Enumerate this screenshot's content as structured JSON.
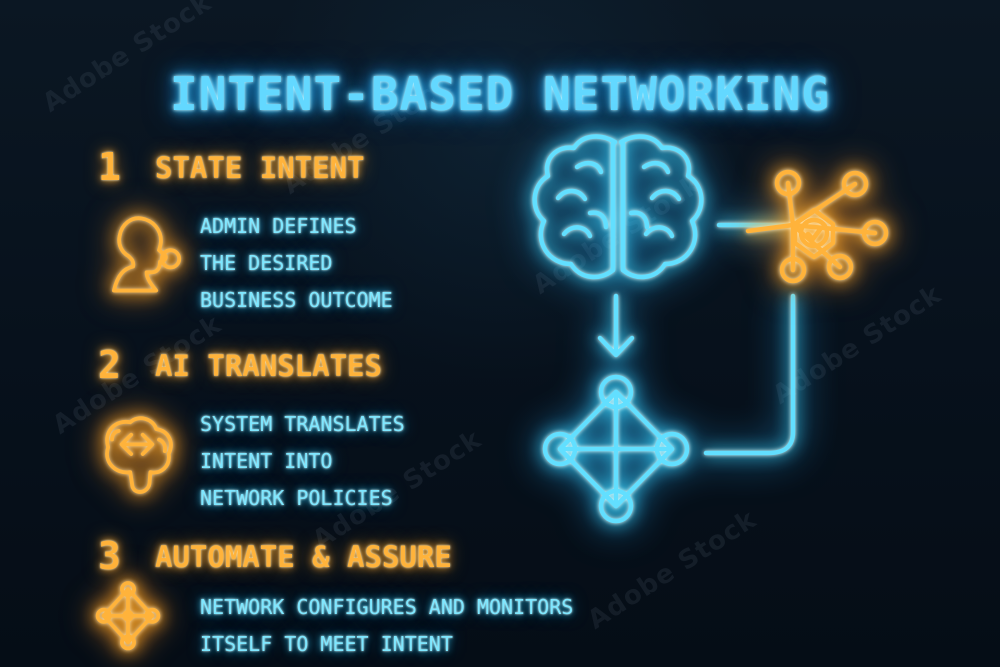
{
  "header": {
    "title": "INTENT-BASED NETWORKING"
  },
  "steps": [
    {
      "number": "1",
      "title": "STATE INTENT",
      "description": [
        "ADMIN DEFINES",
        "THE DESIRED",
        "BUSINESS OUTCOME"
      ],
      "icon": "user-speaking-icon"
    },
    {
      "number": "2",
      "title": "AI TRANSLATES",
      "description": [
        "SYSTEM TRANSLATES",
        "INTENT INTO",
        "NETWORK POLICIES"
      ],
      "icon": "brain-code-icon"
    },
    {
      "number": "3",
      "title": "AUTOMATE & ASSURE",
      "description": [
        "NETWORK CONFIGURES AND MONITORS",
        "ITSELF TO MEET INTENT"
      ],
      "icon": "network-node-icon"
    }
  ],
  "watermark": {
    "text": "Adobe Stock",
    "id": "#1638937665"
  },
  "diagram": {
    "icons": [
      "brain-icon",
      "assurance-hub-icon",
      "network-diamond-icon",
      "down-arrow-icon"
    ]
  },
  "colors": {
    "background": "#07111c",
    "blue": "#63d8ff",
    "orange": "#ffb33b"
  }
}
